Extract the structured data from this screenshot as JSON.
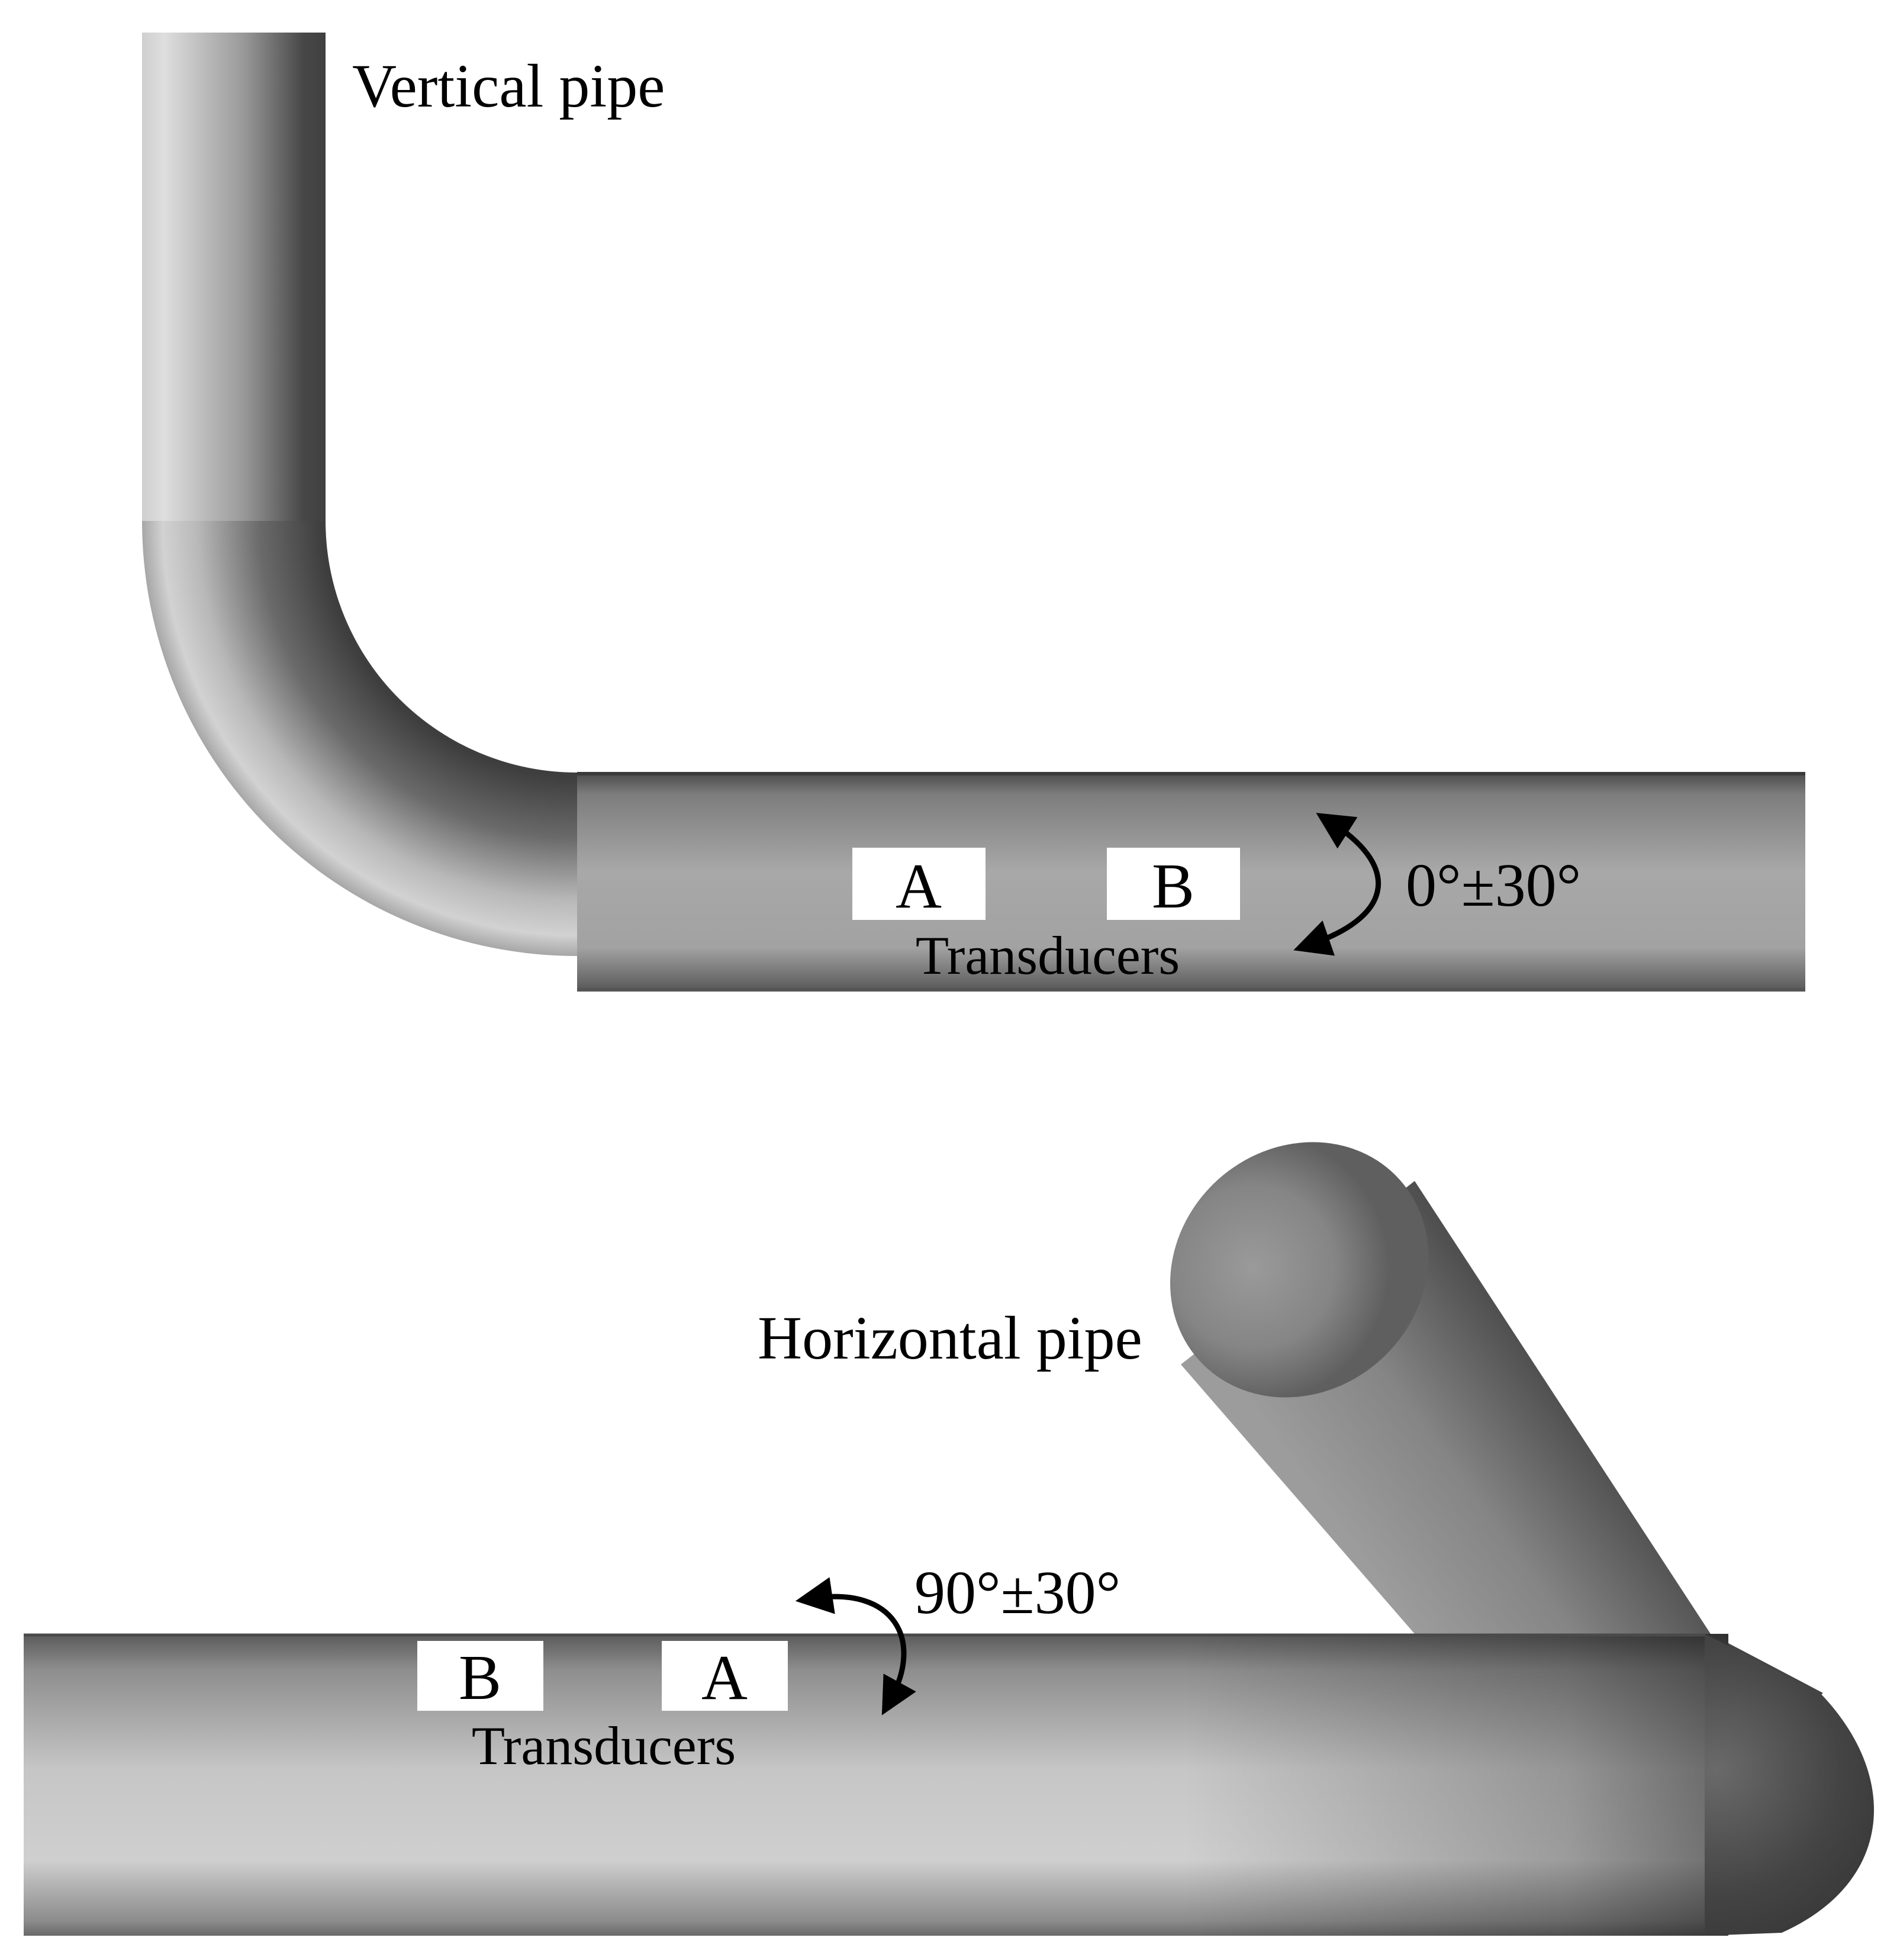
{
  "top_panel": {
    "pipe_label": "Vertical pipe",
    "transducers": [
      "A",
      "B"
    ],
    "transducers_label": "Transducers",
    "angle_label": "0°±30°"
  },
  "bottom_panel": {
    "pipe_label": "Horizontal pipe",
    "transducers": [
      "B",
      "A"
    ],
    "transducers_label": "Transducers",
    "angle_label": "90°±30°"
  }
}
